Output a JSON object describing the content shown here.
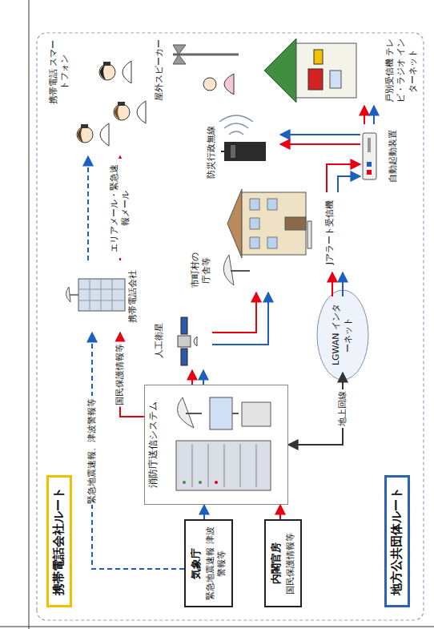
{
  "diagram": {
    "nodes": [
      {
        "text": [
          "携帯電話会社ルート"
        ]
      },
      {
        "text": [
          "気象庁",
          "緊急地震速報 津波警報等"
        ]
      },
      {
        "text": [
          "内閣官房",
          "国民保護情報等"
        ]
      },
      {
        "text": [
          "消防庁送信システム"
        ]
      },
      {
        "text": [
          "携帯電話会社"
        ]
      },
      {
        "text": [
          "携帯電話 スマートフォン"
        ]
      },
      {
        "text": [
          "人工衛星"
        ]
      },
      {
        "text": [
          "市町村の 庁舎等"
        ]
      },
      {
        "text": [
          "Jアラート受信機"
        ]
      },
      {
        "text": [
          "自動起動装置"
        ]
      },
      {
        "text": [
          "防災行政無線"
        ]
      },
      {
        "text": [
          "屋外スピーカー"
        ]
      },
      {
        "text": [
          "戸別受信機 テレビ・ラジオ インターネット"
        ]
      },
      {
        "text": [
          "LGWAN インターネット"
        ]
      },
      {
        "text": [
          "地方公共団体ルート"
        ]
      }
    ],
    "edges": [
      {
        "from": 1,
        "to": 3,
        "arrow": "to"
      },
      {
        "from": 2,
        "to": 3,
        "arrow": "to"
      },
      {
        "from": 1,
        "to": 4,
        "label": "緊急地震速報、津波警報等",
        "arrow": "to"
      },
      {
        "from": 3,
        "to": 4,
        "label": "国民保護情報等",
        "arrow": "to"
      },
      {
        "from": 4,
        "to": 5,
        "label": "エリアメール・緊急速報メール",
        "arrow": "to"
      },
      {
        "from": 4,
        "to": 5,
        "arrow": "to"
      },
      {
        "from": 3,
        "to": 6,
        "arrow": "to"
      },
      {
        "from": 3,
        "to": 6,
        "arrow": "to"
      },
      {
        "from": 6,
        "to": 7,
        "arrow": "to"
      },
      {
        "from": 6,
        "to": 7,
        "arrow": "to"
      },
      {
        "from": 13,
        "to": 3,
        "label": "地上回線",
        "arrow": "both"
      },
      {
        "from": 13,
        "to": 8,
        "arrow": "to"
      },
      {
        "from": 13,
        "to": 8,
        "arrow": "to"
      },
      {
        "from": 8,
        "to": 9,
        "arrow": "to"
      },
      {
        "from": 8,
        "to": 9,
        "arrow": "to"
      },
      {
        "from": 9,
        "to": 10,
        "arrow": "to"
      },
      {
        "from": 9,
        "to": 10,
        "arrow": "to"
      },
      {
        "from": 9,
        "to": 12,
        "arrow": "to"
      },
      {
        "from": 9,
        "to": 12,
        "arrow": "to"
      }
    ]
  }
}
